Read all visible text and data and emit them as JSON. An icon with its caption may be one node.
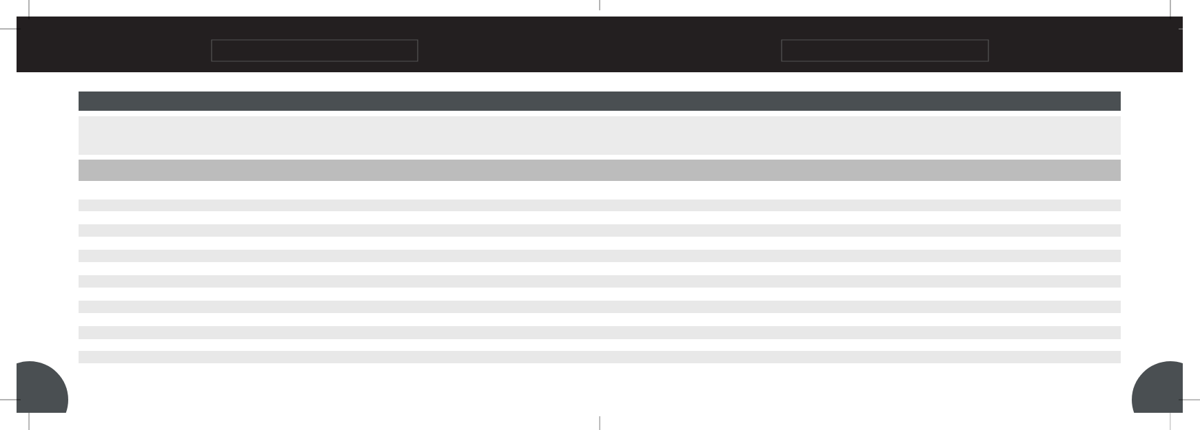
{
  "diagram": {
    "nodes": [
      {
        "text": [],
        "shape": "box"
      },
      {
        "text": [],
        "shape": "box",
        "in": 0
      },
      {
        "text": [],
        "shape": "box",
        "in": 0
      },
      {
        "text": [],
        "shape": "bar"
      },
      {
        "text": [],
        "shape": "box"
      },
      {
        "text": [],
        "shape": "bar"
      },
      {
        "text": [],
        "shape": "bar"
      },
      {
        "text": [],
        "shape": "bar"
      },
      {
        "text": [],
        "shape": "bar"
      },
      {
        "text": [],
        "shape": "bar"
      },
      {
        "text": [],
        "shape": "bar"
      },
      {
        "text": [],
        "shape": "bar"
      },
      {
        "text": [],
        "shape": "bar"
      },
      {
        "text": [],
        "shape": "circle"
      },
      {
        "text": [],
        "shape": "circle"
      }
    ]
  }
}
